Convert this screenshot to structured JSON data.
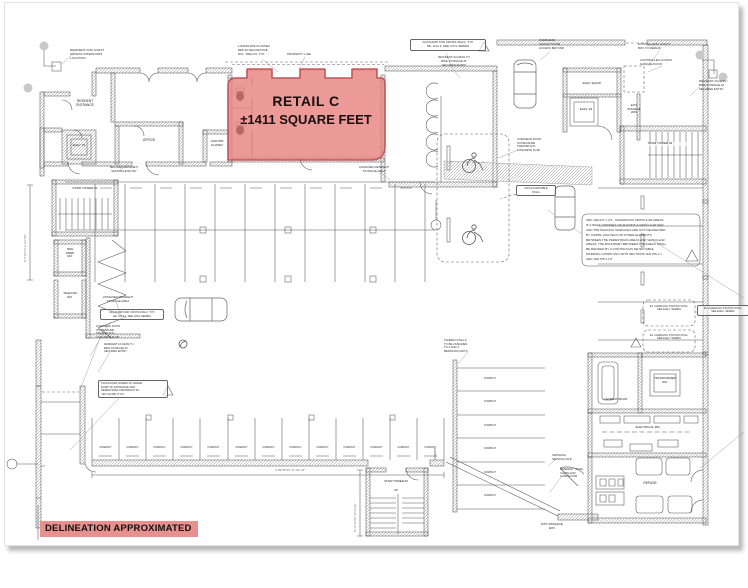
{
  "document": {
    "type": "garage level floor plan (scanned sheet)",
    "colors": {
      "accent_red": "#E6817E",
      "accent_stroke": "#BF4F4C",
      "badge_bg": "#E8908D",
      "line": "#4A4A4A",
      "paper": "#FFFFFF"
    }
  },
  "highlight": {
    "title": "RETAIL C",
    "area": "±1411 SQUARE FEET"
  },
  "badge": {
    "label": "DELINEATION APPROXIMATED"
  },
  "rooms": {
    "resident_entrance": "RESIDENT\nENTRANCE",
    "office": "OFFICE",
    "janitor": "JANITOR\nCLOSET",
    "elev1": "ELEV. #1",
    "elev2": "ELEV. #2",
    "elev_equip": "ELEV. EQUIP.",
    "exit_passage": "EXIT\nPASSAGE\nWAY",
    "exit_bottom": "EXIT PASSAGE\nWAY",
    "stair1": "STAIR TOWER #1",
    "stair2": "STAIR TOWER #2",
    "stair3": "STAIR TOWER #3",
    "up": "UP",
    "fire_riser": "FIRE\nRISER\nRM.",
    "telecom": "TELECOM\nRM.",
    "generator": "GENERATOR RM.",
    "transformer": "TRANSFORMER\nRM.",
    "electrical": "ELECTRICAL RM.",
    "refuse": "REFUSE"
  },
  "stalls": {
    "compact": "COMPACT",
    "van": "VAN ACCESSIBLE\nSTALL",
    "ev": "EV CHARGING STATION STALL\nSEE ELEC. SERIES"
  },
  "annotations": {
    "intercoms": "RESIDENT AND GUEST\nACCESS INTERCOMS\nLOCATION",
    "landscape": "LANDSCAPE PLANTER\nBED W/ DECORATIVE\nMTL. TRELLIS, TYP.",
    "property_line": "PROPERTY LINE",
    "ada_ramp": "ADA RAMP AND CROSS WALK, TYP.\nRE: 3/A1.2, SEE CIVIL SERIES",
    "bike_access": "RESIDENT ACCESS TO\nBIKE STORAGE AT\nSECURED ENTRY",
    "overhead_ceiling": "OVERHEAD\nCEILING DOOR\nACCESS BEYOND",
    "att_box": "EXISTING AT&T UTILITY\nBOX TO REMAIN",
    "controlled_access": "CONTROLLED ACCESS\nGARAGE DOOR",
    "resident_access": "RESIDENT ACCESS /\nBIKE STORAGE AT\nSECURED ENTRY",
    "vestibule": "SECURED RESIDENT\nVESTIBULE ENTRY",
    "assigned": "ASSIGNED RESIDENT\nSTORAGE AREA",
    "overhead_door": "OVERHEAD DOOR\nIN PRESSURE\nTREATED MTL.\nCONCRETE SLAB",
    "truncated": "TRUNCATED DOMES AT GRADE\nRAMP OF ENTRANCE AND\nPEDESTRIAN CROSSINGS W/\n>8% SLOPE (TYP.)",
    "tandem": "TANDEM STALLS\nTO BE ASSIGNED\nTO 2 AND 3\nBEDROOM UNITS",
    "gate": "SWINGING\nSERVICE GATE",
    "trash": "RESIDENT TRASH\nCHUTE AND\nCOMPACTOR",
    "code_note": "CBC 11B-247.1.2.5 - HAZARDOUS VEHICULAR AREAS:\nIF A WALK CROSSES OR ADJOINS A VEHICULAR WAY,\nAND THE WALKING SURFACES ARE NOT DELINEATED\nBY CURBS, RAILINGS OR OTHER ELEMENTS\nBETWEEN THE PEDESTRIAN AREAS AND VEHICULAR\nAREAS, THE BOUNDARY BETWEEN THE AREAS SHALL\nBE DEFINED BY A CONTINUOUS DETECTABLE\nWARNING COMPLYING WITH SECTIONS 11B-705.1.1\nAND 11B-705.1.2.5"
  },
  "dimensions": {
    "d1": "N 0°01'44\" E  137.50'",
    "d2": "S 89°58'16\" W  112.43'",
    "d3": "N 41°33'56\" W  24.25'"
  }
}
